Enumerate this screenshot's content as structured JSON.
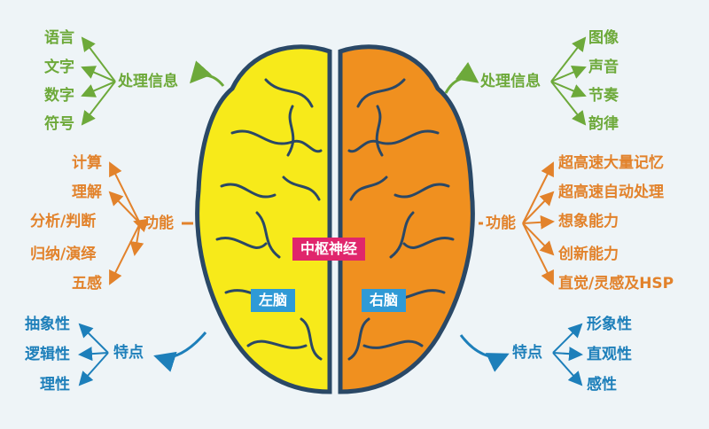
{
  "colors": {
    "background": "#eef4f7",
    "left_hemisphere": "#f7ea1a",
    "right_hemisphere": "#f0901f",
    "outline": "#2a4866",
    "info_green": "#6da93a",
    "function_orange": "#e2822b",
    "trait_blue": "#1d7fba",
    "center_tag": "#e0266c",
    "side_tag": "#2f9ad6"
  },
  "center": {
    "label": "中枢神经"
  },
  "left": {
    "hemisphere_label": "左脑",
    "info": {
      "label": "处理信息",
      "items": [
        "语言",
        "文字",
        "数字",
        "符号"
      ]
    },
    "function": {
      "label": "功能",
      "items": [
        "计算",
        "理解",
        "分析/判断",
        "归纳/演绎",
        "五感"
      ]
    },
    "traits": {
      "label": "特点",
      "items": [
        "抽象性",
        "逻辑性",
        "理性"
      ]
    }
  },
  "right": {
    "hemisphere_label": "右脑",
    "info": {
      "label": "处理信息",
      "items": [
        "图像",
        "声音",
        "节奏",
        "韵律"
      ]
    },
    "function": {
      "label": "功能",
      "items": [
        "超高速大量记忆",
        "超高速自动处理",
        "想象能力",
        "创新能力",
        "直觉/灵感及HSP"
      ]
    },
    "traits": {
      "label": "特点",
      "items": [
        "形象性",
        "直观性",
        "感性"
      ]
    }
  }
}
